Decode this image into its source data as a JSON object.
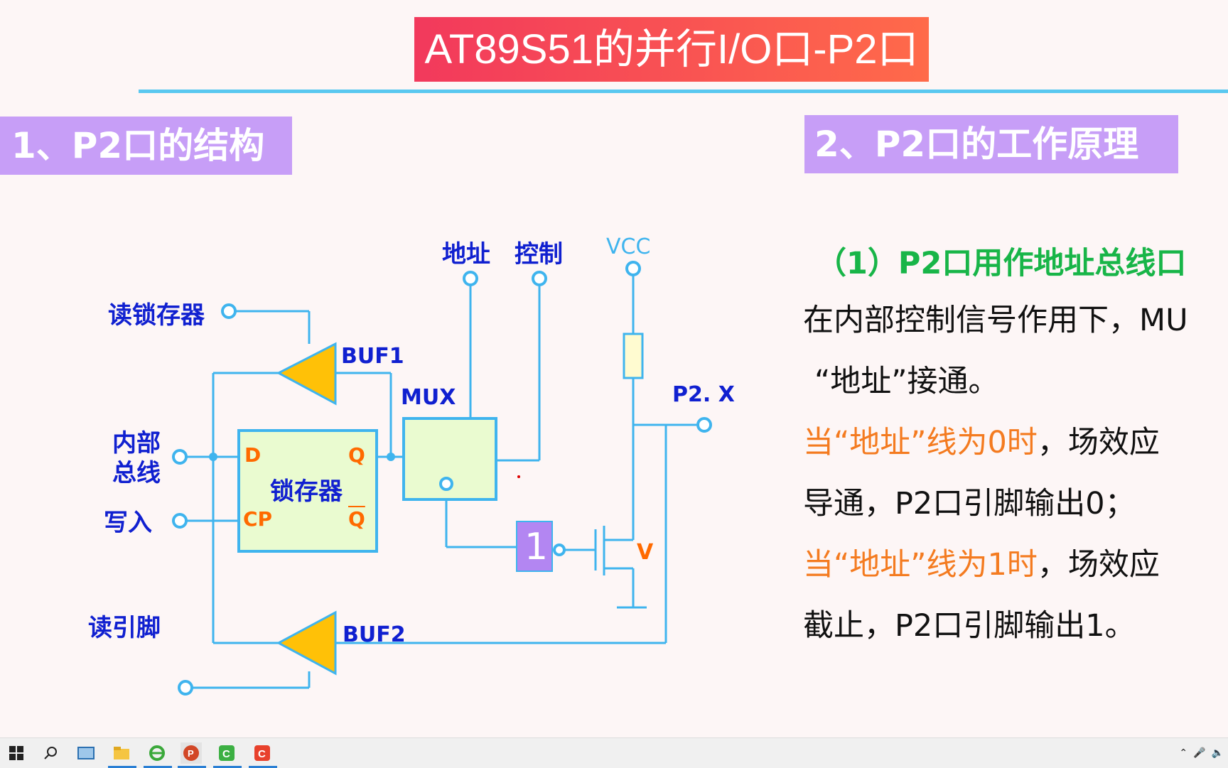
{
  "slide": {
    "title": "AT89S51的并行I/O口-P2口",
    "section1": "1、P2口的结构",
    "section2": "2、P2口的工作原理"
  },
  "diagram": {
    "addr": "地址",
    "ctrl": "控制",
    "vcc": "VCC",
    "read_latch": "读锁存器",
    "buf1": "BUF1",
    "mux": "MUX",
    "p2x": "P2. X",
    "internal": "内部",
    "bus": "总线",
    "d": "D",
    "q": "Q",
    "latch": "锁存器",
    "write": "写入",
    "cp": "CP",
    "qbar": "Q",
    "inverter": "1",
    "v": "V",
    "read_pin": "读引脚",
    "buf2": "BUF2"
  },
  "content": {
    "heading": "（1）P2口用作地址总线口",
    "p1_line1": " 在内部控制信号作用下，MU",
    "p1_line2": "“地址”接通。",
    "p2_hl": "当“地址”线为0时",
    "p2_rest": "，场效应",
    "p2_line2": "导通，P2口引脚输出0；",
    "p3_hl": "当“地址”线为1时",
    "p3_rest": "，场效应",
    "p3_line2": "截止，P2口引脚输出1。"
  },
  "colors": {
    "title_bg": "#f2395c",
    "section_bg": "#c79ef7",
    "wire": "#3fb4ee",
    "label_blue": "#1020d0",
    "label_orange": "#ff6a00",
    "green": "#18b548",
    "highlight": "#f47b20",
    "buffer_fill": "#ffc107",
    "box_fill": "#eafbd0"
  },
  "taskbar": {
    "icons": [
      "windows-start-icon",
      "search-icon",
      "task-view-icon",
      "file-explorer-icon",
      "ie-browser-icon",
      "powerpoint-icon",
      "camtasia-green-icon",
      "camtasia-red-icon"
    ]
  }
}
